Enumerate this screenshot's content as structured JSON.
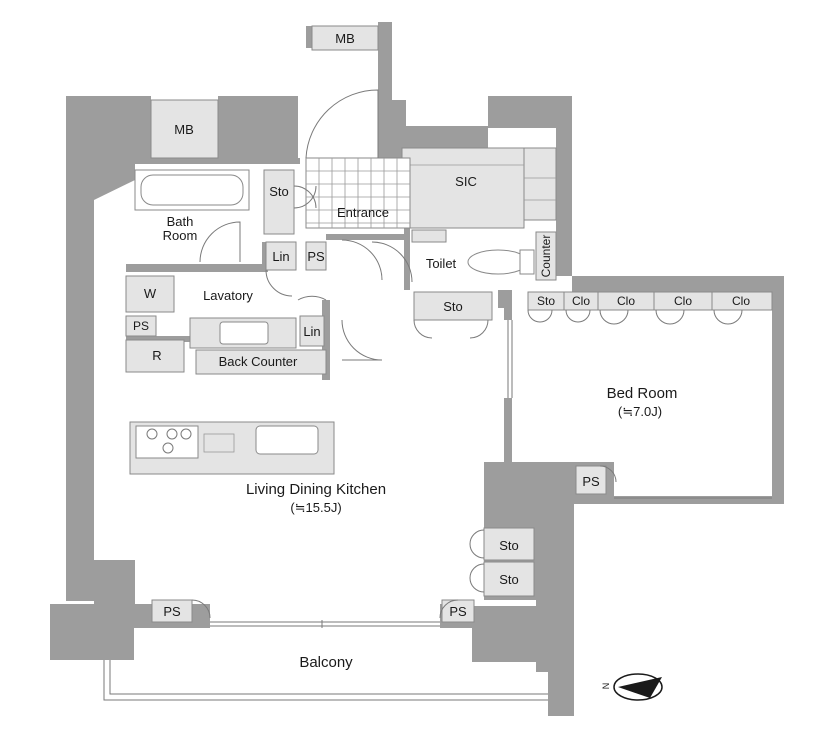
{
  "rooms": {
    "mb_top": "MB",
    "mb_left": "MB",
    "sic": "SIC",
    "entrance": "Entrance",
    "sto_entrance": "Sto",
    "bath_line1": "Bath",
    "bath_line2": "Room",
    "lin_upper": "Lin",
    "ps_hall": "PS",
    "toilet": "Toilet",
    "counter": "Counter",
    "w": "W",
    "lavatory": "Lavatory",
    "ps_lav": "PS",
    "lin_lower": "Lin",
    "sto_hall": "Sto",
    "r": "R",
    "back_counter": "Back Counter",
    "closet_sto": "Sto",
    "clo_1": "Clo",
    "clo_2": "Clo",
    "clo_3": "Clo",
    "clo_4": "Clo",
    "bedroom": "Bed Room",
    "bedroom_size": "(≒7.0J)",
    "ps_bed": "PS",
    "ldk": "Living Dining Kitchen",
    "ldk_size": "(≒15.5J)",
    "sto_ldk_1": "Sto",
    "sto_ldk_2": "Sto",
    "ps_balcony_left": "PS",
    "ps_balcony_right": "PS",
    "balcony": "Balcony"
  },
  "compass": {
    "label": "N",
    "icon": "north-arrow-icon"
  },
  "colors": {
    "wall": "#9d9d9d",
    "fixture": "#e4e4e4",
    "line": "#7a7a7a"
  }
}
